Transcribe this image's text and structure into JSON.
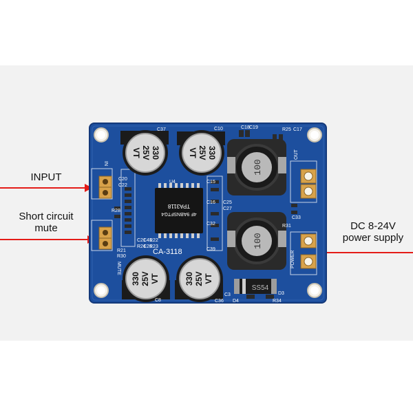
{
  "annotations": {
    "input": "INPUT",
    "short_circuit_line1": "Short circuit",
    "short_circuit_line2": "mute",
    "dc_line1": "DC 8-24V",
    "dc_line2": "power supply"
  },
  "board": {
    "model": "CA-3118",
    "chip_line1": "TPA3118",
    "chip_line2": "4F 9ABNSFTG4",
    "capacitor_value": "330",
    "capacitor_voltage": "25V",
    "capacitor_series": "VT",
    "inductor_mark": "100",
    "diode_mark": "SS54",
    "mute_label": "MUTE",
    "power_label": "POWER",
    "out_label": "OUT",
    "in_label": "IN",
    "designators": {
      "c37": "C37",
      "c10": "C10",
      "c18": "C18",
      "c19": "C19",
      "r25": "R25",
      "c17": "C17",
      "c20": "C20",
      "c22": "C22",
      "u4": "U4",
      "c15": "C15",
      "c16": "C16",
      "c25": "C25",
      "c27": "C27",
      "c32": "C32",
      "c39": "C39",
      "r28": "R28",
      "r21": "R21",
      "r30": "R30",
      "r24": "R24",
      "c26": "C26",
      "c21": "C21",
      "c41": "C41",
      "r23": "R23",
      "r22": "R22",
      "c33": "C33",
      "r31": "R31",
      "d4": "D4",
      "r34": "R34",
      "d3": "D3",
      "c8": "C8",
      "c36": "C36",
      "c3": "C3"
    }
  },
  "colors": {
    "pcb": "#1f4e9c",
    "accent_arrow": "#e41b17"
  }
}
